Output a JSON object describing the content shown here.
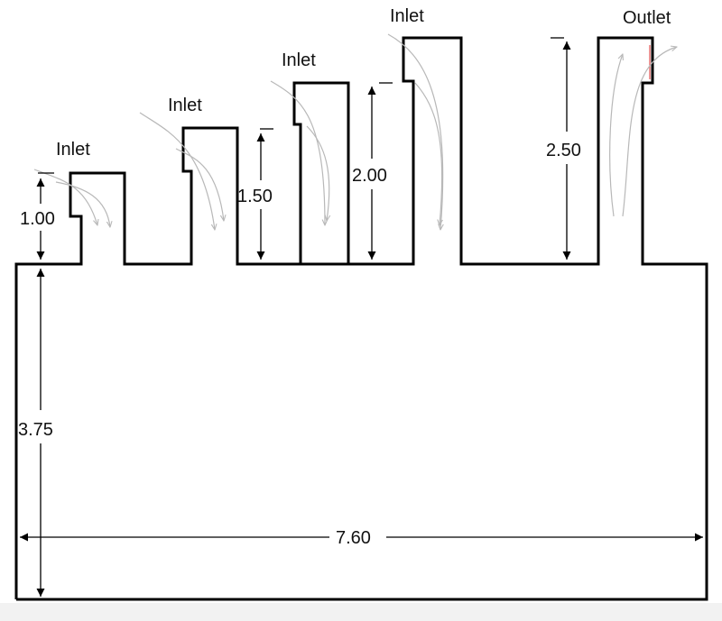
{
  "labels": {
    "inlet_1": "Inlet",
    "inlet_2": "Inlet",
    "inlet_3": "Inlet",
    "inlet_4": "Inlet",
    "outlet": "Outlet"
  },
  "dimensions": {
    "stack_1_height": "1.00",
    "stack_2_height": "1.50",
    "stack_3_height": "2.00",
    "outlet_height": "2.50",
    "base_height": "3.75",
    "base_width": "7.60"
  },
  "colors": {
    "outline": "#000000",
    "flow_arrows": "#b8b8b8",
    "outlet_marker": "#e05050"
  }
}
